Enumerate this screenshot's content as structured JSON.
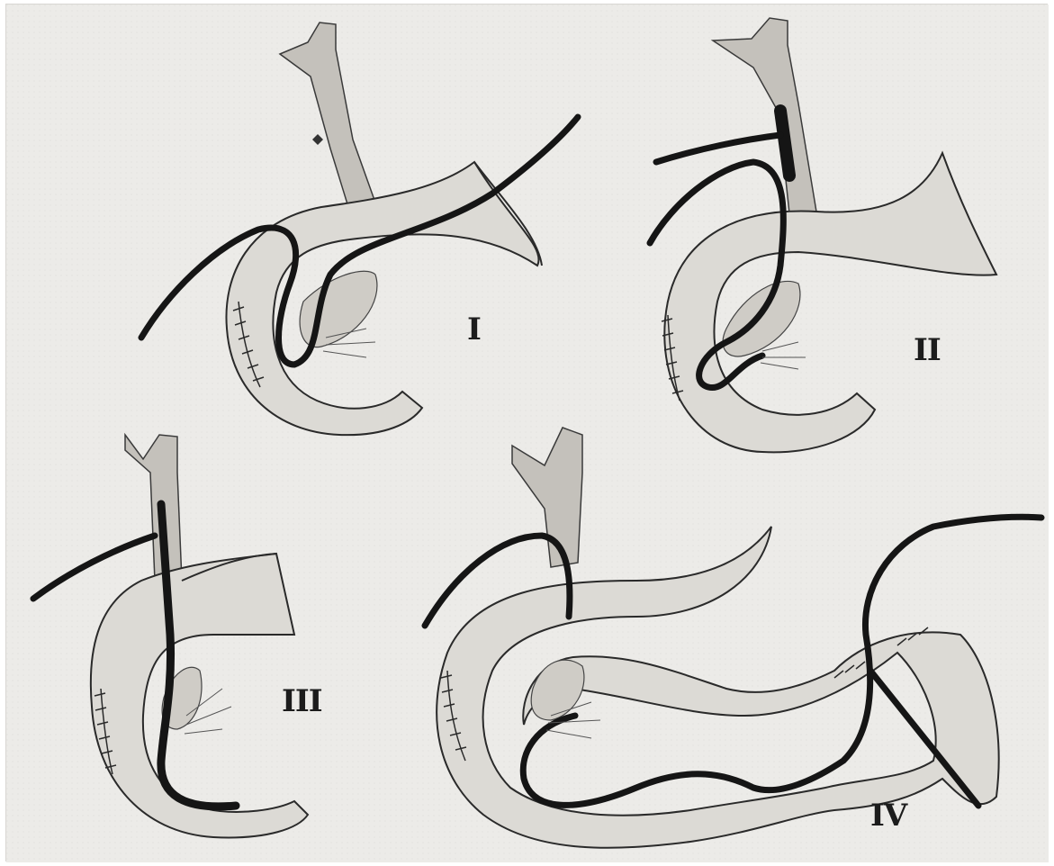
{
  "figure": {
    "panels": [
      {
        "id": "panel-1",
        "numeral": "I"
      },
      {
        "id": "panel-2",
        "numeral": "II"
      },
      {
        "id": "panel-3",
        "numeral": "III"
      },
      {
        "id": "panel-4",
        "numeral": "IV"
      }
    ]
  },
  "colors": {
    "background": "#ecebe8",
    "organ_fill": "#d9d7d2",
    "organ_shade": "#b9b6b0",
    "outline": "#2a2a2a",
    "tube": "#151515"
  }
}
